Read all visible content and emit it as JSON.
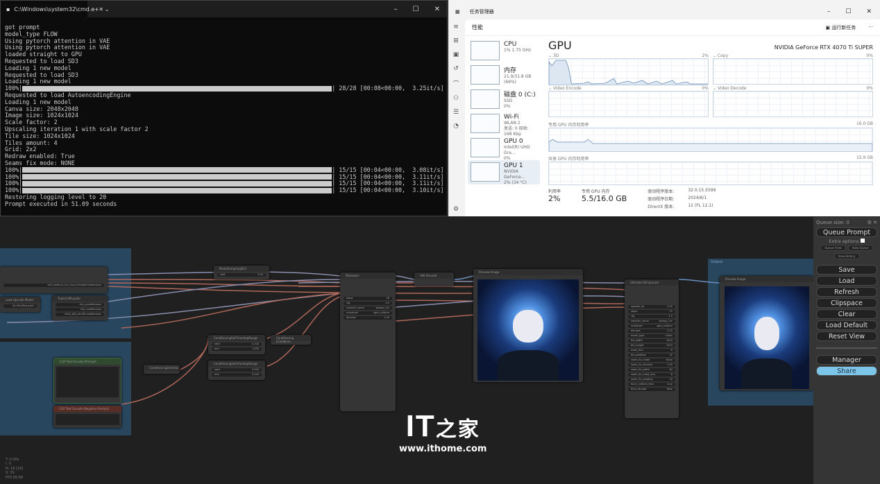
{
  "cmd": {
    "tab_title": "C:\\Windows\\system32\\cmd.e",
    "lines": [
      "got prompt",
      "model_type FLOW",
      "Using pytorch attention in VAE",
      "Using pytorch attention in VAE",
      "loaded straight to GPU",
      "Requested to load SD3",
      "Loading 1 new model",
      "Requested to load SD3",
      "Loading 1 new model"
    ],
    "progress1": {
      "pct": "100%|",
      "tail": "| 28/28 [00:08<00:00,  3.25it/s]",
      "fraction": 1.0
    },
    "lines2": [
      "Requested to load AutoencodingEngine",
      "Loading 1 new model",
      "Canva size: 2048x2048",
      "Image size: 1024x1024",
      "Scale factor: 2",
      "Upscaling iteration 1 with scale factor 2",
      "Tile size: 1024x1024",
      "Tiles amount: 4",
      "Grid: 2x2",
      "Redraw enabled: True",
      "Seams fix mode: NONE"
    ],
    "progress_rows": [
      {
        "pct": "100%|",
        "tail": "| 15/15 [00:04<00:00,  3.08it/s]"
      },
      {
        "pct": "100%|",
        "tail": "| 15/15 [00:04<00:00,  3.11it/s]"
      },
      {
        "pct": "100%|",
        "tail": "| 15/15 [00:04<00:00,  3.11it/s]"
      },
      {
        "pct": "100%|",
        "tail": "| 15/15 [00:04<00:00,  3.10it/s]"
      }
    ],
    "lines3": [
      "Restoring logging level to 20",
      "Prompt executed in 51.09 seconds"
    ]
  },
  "taskmgr": {
    "title": "任务管理器",
    "section": "性能",
    "run_task": "运行新任务",
    "more": "···",
    "devices": [
      {
        "name": "CPU",
        "sub1": "1% 1.75 GHz",
        "sub2": ""
      },
      {
        "name": "内存",
        "sub1": "21.9/31.8 GB (69%)",
        "sub2": ""
      },
      {
        "name": "磁盘 0 (C:)",
        "sub1": "SSD",
        "sub2": "0%"
      },
      {
        "name": "Wi-Fi",
        "sub1": "WLAN 2",
        "sub2": "发送: 0 接收: 168 Kbp"
      },
      {
        "name": "GPU 0",
        "sub1": "Intel(R) UHD Gra...",
        "sub2": "0%"
      },
      {
        "name": "GPU 1",
        "sub1": "NVIDIA GeForce...",
        "sub2": "2% (34 °C)"
      }
    ],
    "gpu": {
      "title": "GPU",
      "model": "NVIDIA GeForce RTX 4070 Ti SUPER",
      "engines": [
        {
          "name": "3D",
          "pct": "2%"
        },
        {
          "name": "Copy",
          "pct": "0%"
        },
        {
          "name": "Video Encode",
          "pct": "0%"
        },
        {
          "name": "Video Decode",
          "pct": "0%"
        }
      ],
      "dedicated_label": "专用 GPU 内存利用率",
      "dedicated_max": "16.0 GB",
      "shared_label": "共享 GPU 内存利用率",
      "shared_max": "15.9 GB",
      "util_label": "利用率",
      "util": "2%",
      "mem_label": "专用 GPU 内存",
      "mem": "5.5/16.0 GB",
      "driver_ver_label": "驱动程序版本:",
      "driver_ver": "32.0.15.5599",
      "driver_date_label": "驱动程序日期:",
      "driver_date": "2024/6/1",
      "dx_label": "DirectX 版本:",
      "dx": "12 (FL 12.1)"
    }
  },
  "comfy": {
    "nodes": {
      "model_sampling": "ModelSamplingSD3",
      "ckpt_value": "sd3_medium_incl_clips_t5xxlfp8.safetensors",
      "clip_loader": "TripleCLIPLoader",
      "clip1": "clip_g.safetensors",
      "clip2": "clip_l.safetensors",
      "clip3": "t5xxl_fp8_e4m3fn.safetensors",
      "upscale_model": "Load Upscale Model",
      "upscale_value": "4x-UltraSharp.pth",
      "pos": "CLIP Text Encode (Prompt)",
      "neg": "CLIP Text Encode (Negative Prompt)",
      "zero": "ConditioningZeroOut",
      "range1": "ConditioningSetTimestepRange",
      "range2": "ConditioningSetTimestepRange",
      "combine": "Conditioning (Combine)",
      "ksampler": "KSampler",
      "vae": "VAE Decode",
      "preview1": "Preview Image",
      "usd": "Ultimate SD Upscale",
      "preview2": "Preview Image",
      "group2": "Output"
    },
    "ksampler_widgets": [
      [
        "steps",
        "28"
      ],
      [
        "cfg",
        "4.5"
      ],
      [
        "sampler_name",
        "dpmpp_2m"
      ],
      [
        "scheduler",
        "sgm_uniform"
      ],
      [
        "denoise",
        "1.00"
      ]
    ],
    "usd_widgets": [
      [
        "upscale_by",
        "2.00"
      ],
      [
        "steps",
        "15"
      ],
      [
        "cfg",
        "4.5"
      ],
      [
        "sampler_name",
        "dpmpp_2m"
      ],
      [
        "scheduler",
        "sgm_uniform"
      ],
      [
        "denoise",
        "0.15"
      ],
      [
        "mode_type",
        "Chess"
      ],
      [
        "tile_width",
        "1024"
      ],
      [
        "tile_height",
        "1024"
      ],
      [
        "mask_blur",
        "8"
      ],
      [
        "tile_padding",
        "32"
      ],
      [
        "seam_fix_mode",
        "None"
      ],
      [
        "seam_fix_denoise",
        "1.00"
      ],
      [
        "seam_fix_width",
        "64"
      ],
      [
        "seam_fix_mask_blur",
        "8"
      ],
      [
        "seam_fix_padding",
        "16"
      ],
      [
        "force_uniform_tiles",
        "true"
      ],
      [
        "tiled_decode",
        "false"
      ]
    ],
    "panel": {
      "queue_size": "Queue size: 0",
      "queue_prompt": "Queue Prompt",
      "extra_options": "Extra options",
      "queue_front": "Queue Front",
      "view_queue": "View Queue",
      "view_history": "View History",
      "save": "Save",
      "load": "Load",
      "refresh": "Refresh",
      "clipspace": "Clipspace",
      "clear": "Clear",
      "load_default": "Load Default",
      "reset_view": "Reset View",
      "manager": "Manager",
      "share": "Share"
    },
    "stats": [
      "T: 0.00s",
      "I: 0",
      "N: 18 [18]",
      "V: 39",
      "FPS:58.88"
    ]
  },
  "watermark": {
    "logo": "IT之家",
    "url": "www.ithome.com"
  },
  "colors": {
    "share": "#7cc4e8",
    "group": "#2a4e6a"
  }
}
